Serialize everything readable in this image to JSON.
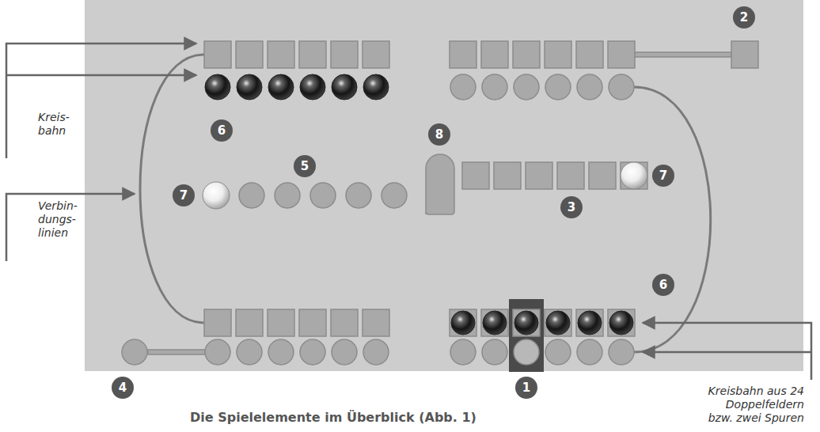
{
  "diagram": {
    "caption": "Die Spielelemente im Überblick (Abb. 1)",
    "nodes": [
      {
        "text": [
          "2"
        ]
      },
      {
        "text": [
          "6"
        ]
      },
      {
        "text": [
          "8"
        ]
      },
      {
        "text": [
          "5"
        ]
      },
      {
        "text": [
          "7"
        ]
      },
      {
        "text": [
          "7"
        ]
      },
      {
        "text": [
          "3"
        ]
      },
      {
        "text": [
          "6"
        ]
      },
      {
        "text": [
          "4"
        ]
      },
      {
        "text": [
          "1"
        ]
      }
    ],
    "labels": [
      "Kreis- bahn",
      "Verbin- dungs- linien",
      "Kreisbahn aus 24 Doppelfeldern bzw. zwei Spuren"
    ]
  }
}
